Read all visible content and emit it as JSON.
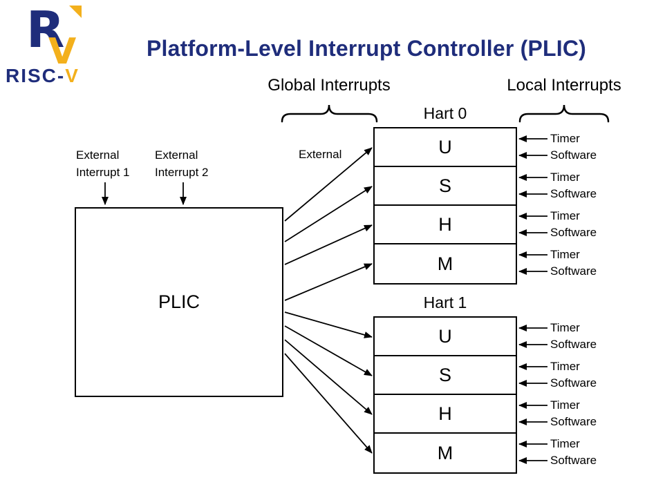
{
  "title": "Platform-Level Interrupt Controller (PLIC)",
  "logo": {
    "mark_letter_r": "R",
    "mark_letter_v": "V",
    "wordmark_prefix": "RISC-",
    "wordmark_suffix": "V"
  },
  "group_labels": {
    "global": "Global Interrupts",
    "local": "Local Interrupts"
  },
  "plic": {
    "label": "PLIC"
  },
  "external_label": "External",
  "external_inputs": [
    {
      "line1": "External",
      "line2": "Interrupt 1"
    },
    {
      "line1": "External",
      "line2": "Interrupt 2"
    }
  ],
  "harts": [
    {
      "name": "Hart 0",
      "levels": [
        "U",
        "S",
        "H",
        "M"
      ]
    },
    {
      "name": "Hart 1",
      "levels": [
        "U",
        "S",
        "H",
        "M"
      ]
    }
  ],
  "local_interrupt_sources": [
    "Timer",
    "Software"
  ],
  "colors": {
    "brand_navy": "#1F2D7B",
    "brand_yellow": "#F3B01C",
    "diagram_line": "#000000",
    "background": "#FFFFFF"
  }
}
